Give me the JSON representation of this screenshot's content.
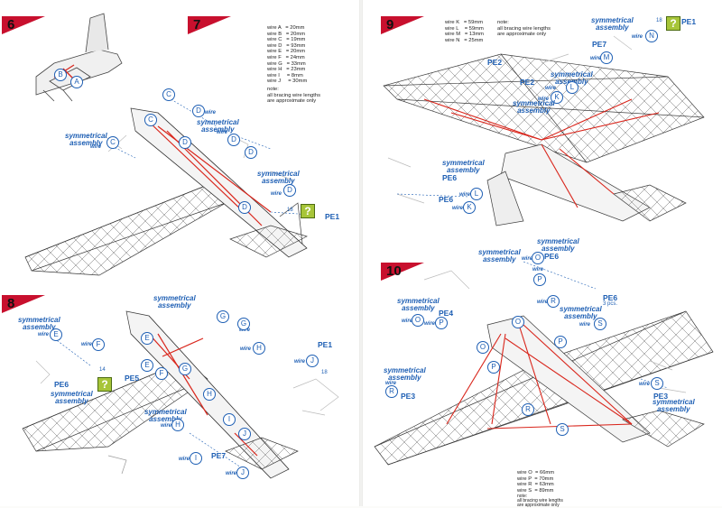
{
  "steps": {
    "s6": "6",
    "s7": "7",
    "s8": "8",
    "s9": "9",
    "s10": "10"
  },
  "notes": {
    "step7_wires": "wire A   = 20mm\nwire B   = 20mm\nwire C   = 19mm\nwire D   = 93mm\nwire E   = 20mm\nwire F   = 24mm\nwire G   = 33mm\nwire H   = 23mm\nwire I     = 8mm\nwire J     = 30mm",
    "step7_note": "note:\nall bracing wire lengths\nare approximate only",
    "step9_wires": "wire K   = 59mm\nwire L    = 59mm\nwire M   = 13mm\nwire N   = 25mm",
    "step9_note": "note:\nall bracing wire lengths\nare approximate only",
    "step10_wires": "wire O  = 66mm\nwire P  = 70mm\nwire R  = 63mm\nwire S  = 89mm",
    "step10_note": "note:\nall bracing wire lengths\nare approximate only"
  },
  "labels": {
    "sym": "symmetrical\nassembly",
    "wire": "wire",
    "pe1": "PE1",
    "pe2": "PE2",
    "pe3": "PE3",
    "pe4": "PE4",
    "pe5": "PE5",
    "pe6": "PE6",
    "pe7": "PE7",
    "n18": "18",
    "n14": "14",
    "pcs3": "3 pcs.",
    "q": "?"
  },
  "letters": {
    "A": "A",
    "B": "B",
    "C": "C",
    "D": "D",
    "E": "E",
    "F": "F",
    "G": "G",
    "H": "H",
    "I": "I",
    "J": "J",
    "K": "K",
    "L": "L",
    "M": "M",
    "N": "N",
    "O": "O",
    "P": "P",
    "R": "R",
    "S": "S"
  },
  "colors": {
    "accent": "#1e5fb4",
    "wire": "#d9261c",
    "flag": "#c8102e",
    "help": "#a7c539"
  }
}
